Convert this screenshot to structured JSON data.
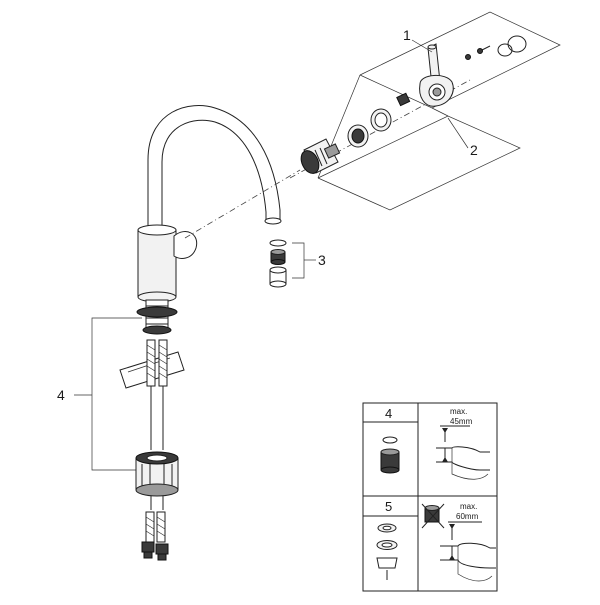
{
  "callouts": {
    "c1": "1",
    "c2": "2",
    "c3": "3",
    "c4": "4"
  },
  "panels": {
    "top": {
      "number": "4",
      "max_label": "max.",
      "max_value": "45mm"
    },
    "bottom": {
      "number": "5",
      "max_label": "max.",
      "max_value": "60mm"
    }
  },
  "icons": [
    "faucet",
    "cartridge",
    "aerator",
    "hose-nut",
    "lever-handle",
    "crossed-out-part"
  ],
  "colors": {
    "line": "#222222",
    "fill": "#f2f2f2",
    "dark": "#3a3a3a"
  }
}
